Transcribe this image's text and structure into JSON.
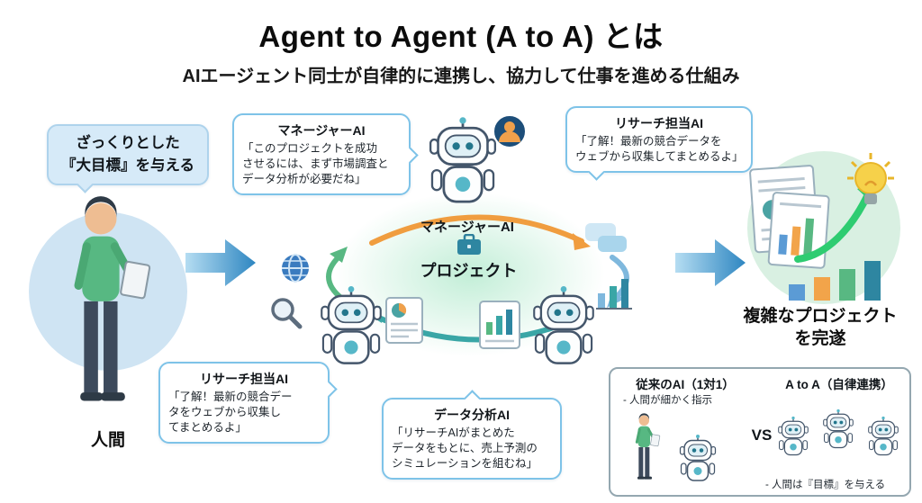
{
  "title": "Agent to Agent (A to A) とは",
  "subtitle": "AIエージェント同士が自律的に連携し、協力して仕事を進める仕組み",
  "human": {
    "bubble": "ざっくりとした\n『大目標』を与える",
    "label": "人間"
  },
  "agents": {
    "manager_bubble": {
      "title": "マネージャーAI",
      "text": "「このプロジェクトを成功\nさせるには、まず市場調査と\nデータ分析が必要だね」"
    },
    "research_top_bubble": {
      "title": "リサーチ担当AI",
      "text": "「了解！最新の競合データを\nウェブから収集してまとめるよ」"
    },
    "research_bottom_bubble": {
      "title": "リサーチ担当AI",
      "text": "「了解！最新の競合デー\nタをウェブから収集し\nてまとめるよ」"
    },
    "analysis_bubble": {
      "title": "データ分析AI",
      "text": "「リサーチAIがまとめた\nデータをもとに、売上予測の\nシミュレーションを組むね」"
    },
    "manager_label": "マネージャーAI",
    "project_label": "プロジェクト"
  },
  "result": {
    "label": "複雑なプロジェクト\nを完遂"
  },
  "comparison": {
    "left_title": "従来のAI（1対1）",
    "left_note": "- 人間が細かく指示",
    "right_title": "A to A（自律連携）",
    "vs": "VS",
    "right_note": "- 人間は『目標』を与える"
  },
  "colors": {
    "accent_blue": "#2e86c1",
    "bubble_border": "#7ec3e8",
    "cycle_orange": "#f09d3f",
    "cycle_teal": "#3aa6a6",
    "person_green": "#57b882",
    "lightbulb_yellow": "#f6d14a",
    "result_green": "#2ecc71"
  }
}
